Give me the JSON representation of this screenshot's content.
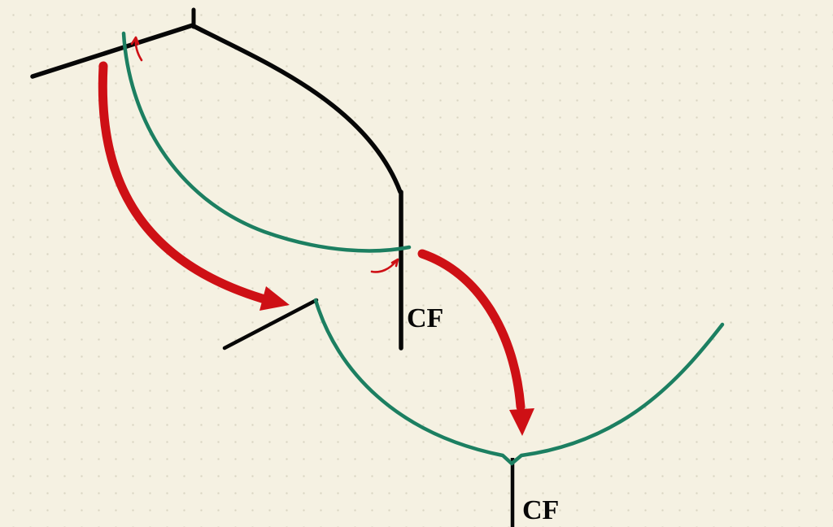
{
  "canvas": {
    "width": "1024",
    "height": "648"
  },
  "colors": {
    "background": "#f5f1e2",
    "dot": "#d9d4c2",
    "black": "#070707",
    "green": "#1c7f61",
    "red": "#ce1015"
  },
  "labels": {
    "cf_upper": "CF",
    "cf_lower": "CF"
  }
}
